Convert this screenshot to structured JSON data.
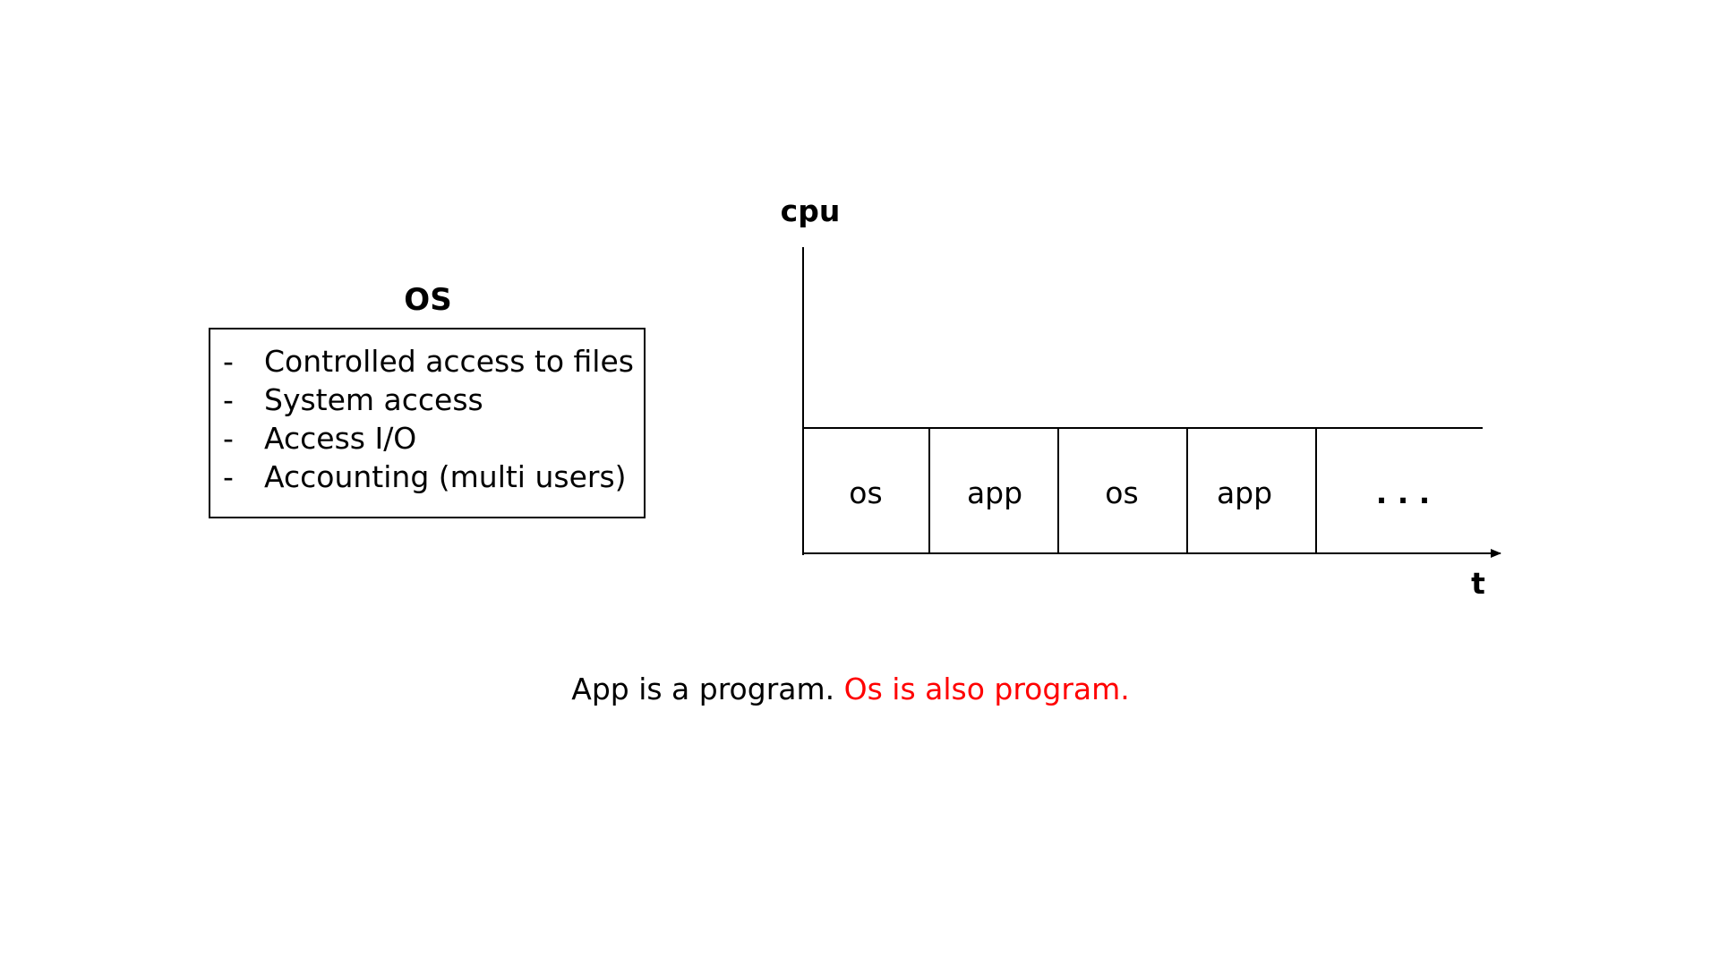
{
  "os_panel": {
    "title": "OS",
    "items": [
      {
        "marker": "-",
        "text": "Controlled access to files"
      },
      {
        "marker": "-",
        "text": "System access"
      },
      {
        "marker": "-",
        "text": "Access I/O"
      },
      {
        "marker": "-",
        "text": "Accounting (multi users)"
      }
    ]
  },
  "timeline": {
    "y_axis_label": "cpu",
    "x_axis_label": "t",
    "segments": [
      "os",
      "app",
      "os",
      "app",
      ". . ."
    ]
  },
  "caption": {
    "part1": "App is a program.",
    "part2": "Os is also program."
  }
}
